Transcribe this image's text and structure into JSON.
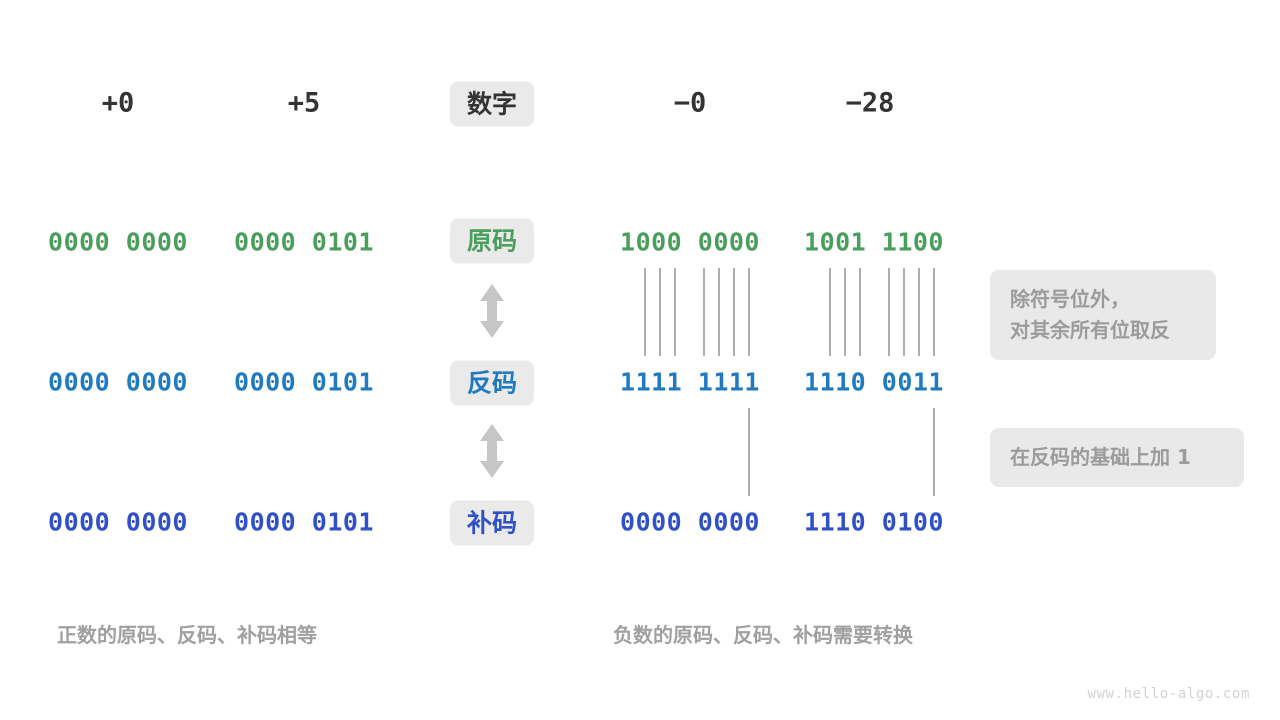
{
  "page": {
    "background": "#ffffff",
    "watermark": "www.hello-algo.com"
  },
  "colors": {
    "sign_magnitude": "#4a9e5c",
    "ones_complement": "#1f7ac0",
    "twos_complement": "#3050c8",
    "badge_background": "#eaeaea",
    "note_background": "#e9e9e9",
    "note_text": "#9b9b9b",
    "caption_text": "#a0a0a0",
    "connector_line": "#8a8a8a",
    "arrow": "#c6c6c6",
    "header_text": "#333333"
  },
  "header": {
    "row_label": "数字",
    "columns": [
      {
        "name": "positive-zero",
        "label": "+0"
      },
      {
        "name": "positive-five",
        "label": "+5"
      },
      {
        "name": "negative-zero",
        "label": "−0"
      },
      {
        "name": "negative-twentyeight",
        "label": "−28"
      }
    ]
  },
  "rows": [
    {
      "name": "sign-magnitude",
      "badge": "原码",
      "color_key": "green",
      "values": [
        "0000 0000",
        "0000 0101",
        "1000 0000",
        "1001 1100"
      ]
    },
    {
      "name": "ones-complement",
      "badge": "反码",
      "color_key": "blue",
      "values": [
        "0000 0000",
        "0000 0101",
        "1111 1111",
        "1110 0011"
      ]
    },
    {
      "name": "twos-complement",
      "badge": "补码",
      "color_key": "navy",
      "values": [
        "0000 0000",
        "0000 0101",
        "0000 0000",
        "1110 0100"
      ]
    }
  ],
  "transitions": [
    {
      "name": "invert-bits",
      "note": "除符号位外，\n对其余所有位取反",
      "arrow_icon": "up-down-arrow-icon"
    },
    {
      "name": "add-one",
      "note": "在反码的基础上加 1",
      "arrow_icon": "up-down-arrow-icon"
    }
  ],
  "captions": [
    {
      "name": "positive-caption",
      "text": "正数的原码、反码、补码相等"
    },
    {
      "name": "negative-caption",
      "text": "负数的原码、反码、补码需要转换"
    }
  ],
  "connectors": {
    "invert_bit_count": 7,
    "carry_bit_count": 1
  }
}
